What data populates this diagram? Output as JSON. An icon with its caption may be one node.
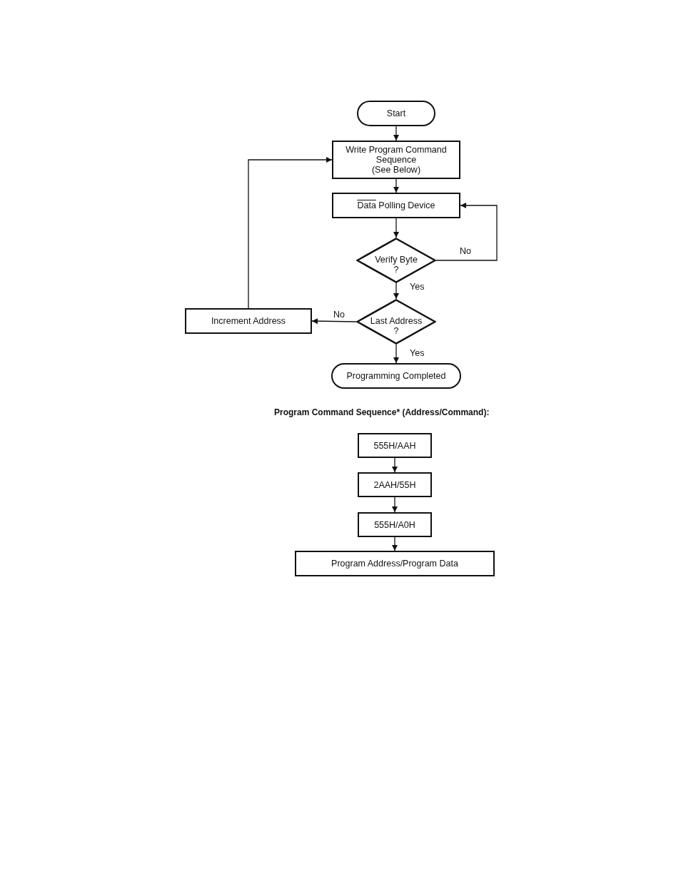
{
  "diagram": {
    "nodes": [
      {
        "text": [
          "Start"
        ]
      },
      {
        "text": [
          "Write Program Command Sequence",
          "(See Below)"
        ]
      },
      {
        "text": [
          "Data Polling Device"
        ]
      },
      {
        "text": [
          "Verify Byte ?"
        ]
      },
      {
        "text": [
          "Last Address ?"
        ]
      },
      {
        "text": [
          "Increment Address"
        ]
      },
      {
        "text": [
          "Programming Completed"
        ]
      },
      {
        "text": [
          "555H/AAH"
        ]
      },
      {
        "text": [
          "2AAH/55H"
        ]
      },
      {
        "text": [
          "555H/A0H"
        ]
      },
      {
        "text": [
          "Program Address/Program Data"
        ]
      }
    ],
    "edges": [
      {
        "from": 0,
        "to": 1,
        "arrow": "to"
      },
      {
        "from": 1,
        "to": 2,
        "arrow": "to"
      },
      {
        "from": 2,
        "to": 3,
        "arrow": "to"
      },
      {
        "from": 3,
        "to": 2,
        "arrow": "to",
        "label": "No"
      },
      {
        "from": 3,
        "to": 4,
        "arrow": "to",
        "label": "Yes"
      },
      {
        "from": 4,
        "to": 5,
        "arrow": "to",
        "label": "No"
      },
      {
        "from": 4,
        "to": 6,
        "arrow": "to",
        "label": "Yes"
      },
      {
        "from": 5,
        "to": 1,
        "arrow": "to"
      },
      {
        "from": 7,
        "to": 8,
        "arrow": "to"
      },
      {
        "from": 8,
        "to": 9,
        "arrow": "to"
      },
      {
        "from": 9,
        "to": 10,
        "arrow": "to"
      }
    ],
    "labels": [
      "Program Command Sequence* (Address/Command):"
    ]
  }
}
